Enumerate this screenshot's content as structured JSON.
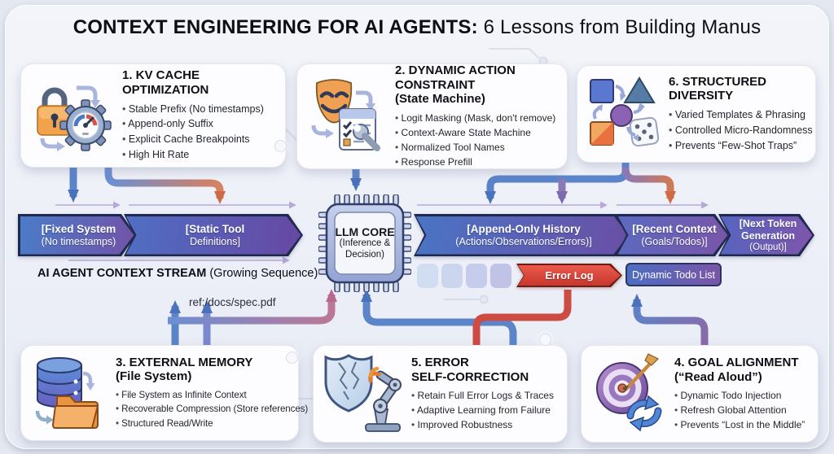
{
  "title": {
    "emphasis": "CONTEXT ENGINEERING FOR AI AGENTS:",
    "rest": " 6 Lessons from Building Manus"
  },
  "cards": [
    {
      "title": "1. KV CACHE OPTIMIZATION",
      "bullets": [
        "Stable Prefix (No timestamps)",
        "Append-only Suffix",
        "Explicit Cache Breakpoints",
        "High Hit Rate"
      ]
    },
    {
      "title": "2. DYNAMIC ACTION CONSTRAINT",
      "title2": "(State Machine)",
      "bullets": [
        "Logit Masking (Mask, don't remove)",
        "Context-Aware State Machine",
        "Normalized Tool Names",
        "Response Prefill"
      ]
    },
    {
      "title": "6. STRUCTURED DIVERSITY",
      "bullets": [
        "Varied Templates & Phrasing",
        "Controlled Micro-Randomness",
        "Prevents “Few-Shot Traps”"
      ]
    },
    {
      "title": "3. EXTERNAL MEMORY",
      "title2": "(File System)",
      "bullets": [
        "File System as Infinite Context",
        "Recoverable Compression (Store references)",
        "Structured Read/Write"
      ]
    },
    {
      "title": "5. ERROR",
      "title2": "SELF-CORRECTION",
      "bullets": [
        "Retain Full Error Logs & Traces",
        "Adaptive Learning from Failure",
        "Improved Robustness"
      ]
    },
    {
      "title": "4. GOAL ALIGNMENT",
      "title2": "(“Read Aloud”)",
      "bullets": [
        "Dynamic Todo Injection",
        "Refresh Global Attention",
        "Prevents “Lost in the Middle”"
      ]
    }
  ],
  "llm_core": {
    "line1": "LLM CORE",
    "line2": "(Inference &",
    "line3": "Decision)"
  },
  "stream": {
    "chevrons": [
      {
        "line1": "[Fixed System",
        "line2": "(No timestamps)"
      },
      {
        "line1": "[Static Tool",
        "line2": "Definitions]"
      },
      {
        "line1": "[Append-Only History",
        "line2": "(Actions/Observations/Errors)]"
      },
      {
        "line1": "[Recent Context",
        "line2": "(Goals/Todos)]"
      },
      {
        "line1": "[Next Token",
        "line2": "Generation",
        "line3": "(Output)]"
      }
    ],
    "label_emphasis": "AI AGENT CONTEXT STREAM",
    "label_rest": " (Growing Sequence)",
    "error_log": "Error Log",
    "todo_list": "Dynamic Todo List",
    "ref_label": "ref:/docs/spec.pdf"
  },
  "colors": {
    "chevron_blue": "#4a7cc8",
    "chevron_purple": "#6a4fa6",
    "error_red": "#d6453a",
    "accent_orange": "#e08a4e",
    "arrow_blue": "#5b84c9",
    "arrow_lavender": "#b7a8da",
    "panel_bg": "#f2f4f9"
  }
}
